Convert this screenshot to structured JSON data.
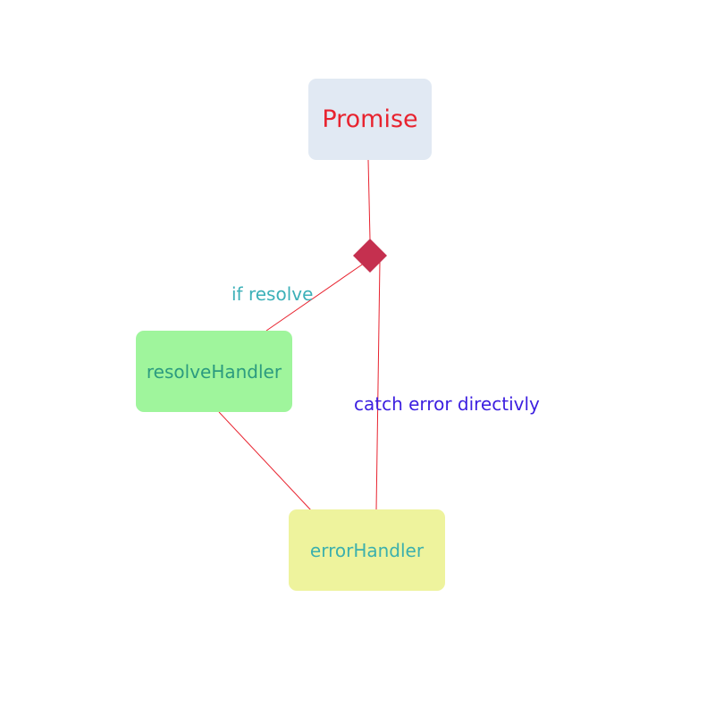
{
  "diagram": {
    "nodes": [
      {
        "id": "promise",
        "label": "Promise"
      },
      {
        "id": "resolve_handler",
        "label": "resolveHandler"
      },
      {
        "id": "error_handler",
        "label": "errorHandler"
      }
    ],
    "decision": {
      "id": "decision"
    },
    "edges": [
      {
        "from": "promise",
        "to": "decision",
        "label": ""
      },
      {
        "from": "decision",
        "to": "resolve_handler",
        "label": "if resolve"
      },
      {
        "from": "decision",
        "to": "error_handler",
        "label": "catch error  directivly"
      },
      {
        "from": "resolve_handler",
        "to": "error_handler",
        "label": ""
      }
    ]
  },
  "colors": {
    "edge": "#e8232f",
    "decision": "#c5304f",
    "promise_fill": "#e1e9f3",
    "promise_text": "#e8232f",
    "resolve_fill": "#9ff59c",
    "resolve_text": "#2c9b7f",
    "error_fill": "#eef39d",
    "error_text": "#3cb0ad",
    "label_resolve": "#3cb0b8",
    "label_catch": "#3c1fe0"
  }
}
